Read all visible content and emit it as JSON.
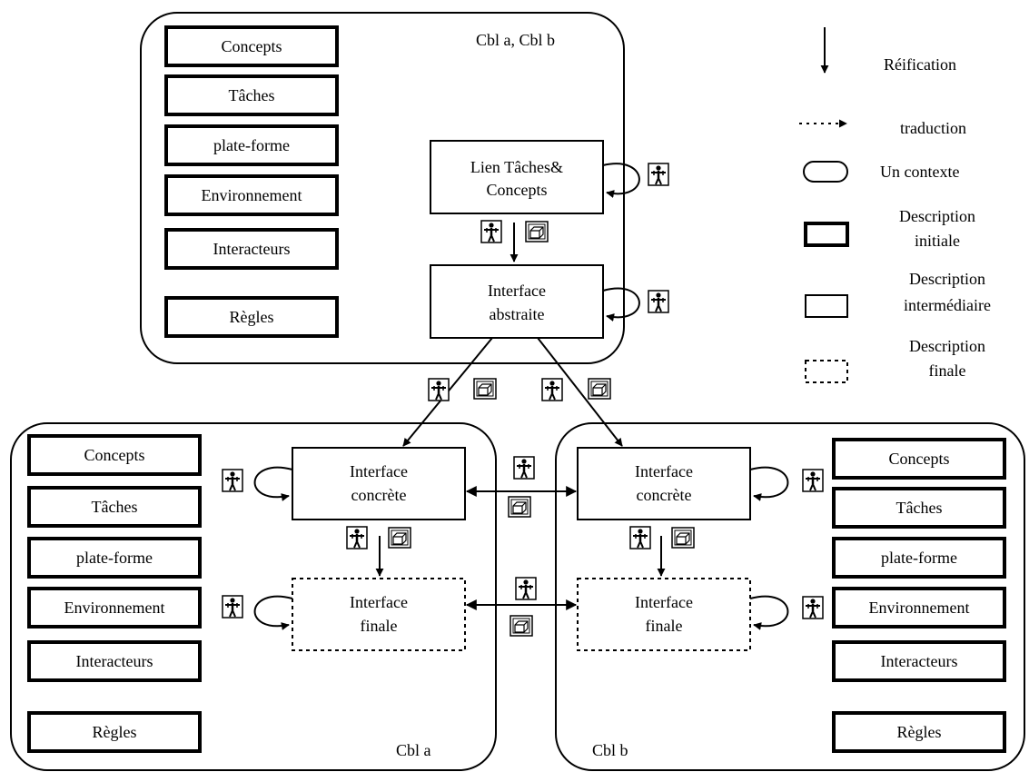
{
  "contexts": {
    "top": {
      "label": "Cbl a, Cbl b"
    },
    "left": {
      "label": "Cbl a"
    },
    "right": {
      "label": "Cbl b"
    }
  },
  "initial_descriptions": {
    "concepts": "Concepts",
    "taches": "Tâches",
    "plateforme": "plate-forme",
    "environnement": "Environnement",
    "interacteurs": "Interacteurs",
    "regles": "Règles"
  },
  "nodes": {
    "lien": {
      "line1": "Lien Tâches&",
      "line2": "Concepts"
    },
    "abstraite": {
      "line1": "Interface",
      "line2": "abstraite"
    },
    "concrete": {
      "line1": "Interface",
      "line2": "concrète"
    },
    "finale": {
      "line1": "Interface",
      "line2": "finale"
    }
  },
  "legend": {
    "reification": "Réification",
    "traduction": "traduction",
    "contexte": "Un contexte",
    "initiale": {
      "line1": "Description",
      "line2": "initiale"
    },
    "intermediaire": {
      "line1": "Description",
      "line2": "intermédiaire"
    },
    "finale": {
      "line1": "Description",
      "line2": "finale"
    }
  },
  "icons": {
    "person": "person-icon",
    "platform": "platform-icon"
  }
}
